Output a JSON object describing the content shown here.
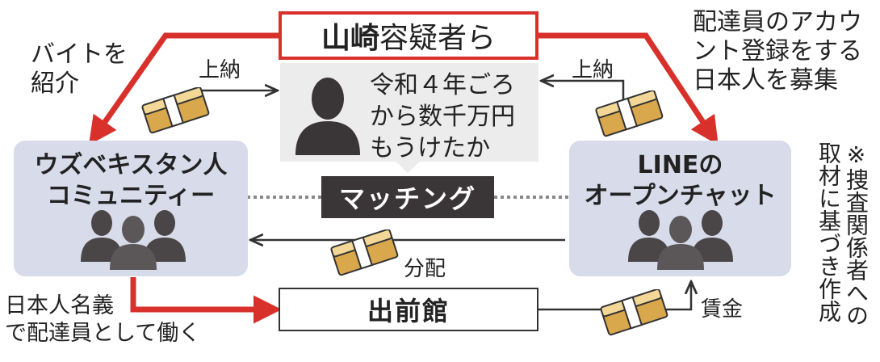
{
  "title_box": {
    "bold": "山崎",
    "normal": "容疑者ら"
  },
  "center": {
    "text": "令和４年ごろ\nから数千万円\nもうけたか"
  },
  "left_box": {
    "title": "ウズベキスタン人\nコミュニティー"
  },
  "right_box": {
    "title": "LINEの\nオープンチャット"
  },
  "matching": "マッチング",
  "demae": "出前館",
  "labels": {
    "baito": "バイトを\n紹介",
    "recruit": "配達員のアカウ\nント登録をする\n日本人を募集",
    "jono_left": "上納",
    "jono_right": "上納",
    "bunpai": "分配",
    "chingin": "賃金",
    "meigi": "日本人名義\nで配達員として働く"
  },
  "note": "※捜査関係者への\n取材に基づき作成",
  "colors": {
    "accent_red": "#d8302b",
    "box_blue": "#d7dbea",
    "panel_gray": "#ececec",
    "dark": "#3a3536",
    "money_gold": "#d9a84c"
  },
  "icons": [
    "person-silhouette-icon",
    "group-silhouette-icon",
    "money-bundle-icon"
  ]
}
